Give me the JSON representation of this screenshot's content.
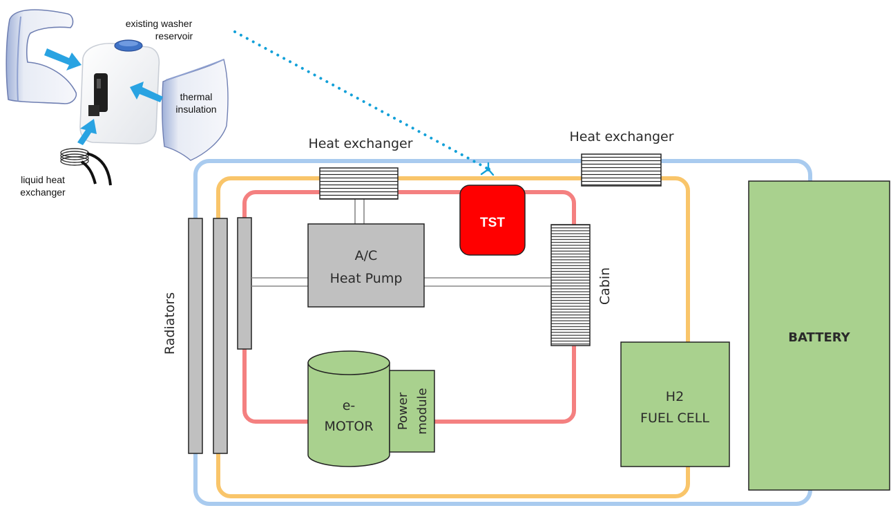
{
  "labels": {
    "washer_reservoir_line1": "existing washer",
    "washer_reservoir_line2": "reservoir",
    "thermal_insulation_line1": "thermal",
    "thermal_insulation_line2": "insulation",
    "liquid_hx_line1": "liquid heat",
    "liquid_hx_line2": "exchanger",
    "heat_exchanger_left": "Heat exchanger",
    "heat_exchanger_right": "Heat exchanger",
    "radiators": "Radiators",
    "ac_line1": "A/C",
    "ac_line2": "Heat Pump",
    "tst": "TST",
    "cabin": "Cabin",
    "emotor_line1": "e-",
    "emotor_line2": "MOTOR",
    "power_module_line1": "Power",
    "power_module_line2": "module",
    "fuel_cell_line1": "H2",
    "fuel_cell_line2": "FUEL CELL",
    "battery": "BATTERY"
  },
  "colors": {
    "blue_loop": "#a9cbef",
    "orange_loop": "#f9c56a",
    "red_loop": "#f48080",
    "component_grey": "#c0c0c0",
    "component_green": "#a9d18e",
    "tst_red": "#ff0000",
    "arrow_blue": "#29a3e2",
    "dotted_blue": "#12a0d8"
  }
}
